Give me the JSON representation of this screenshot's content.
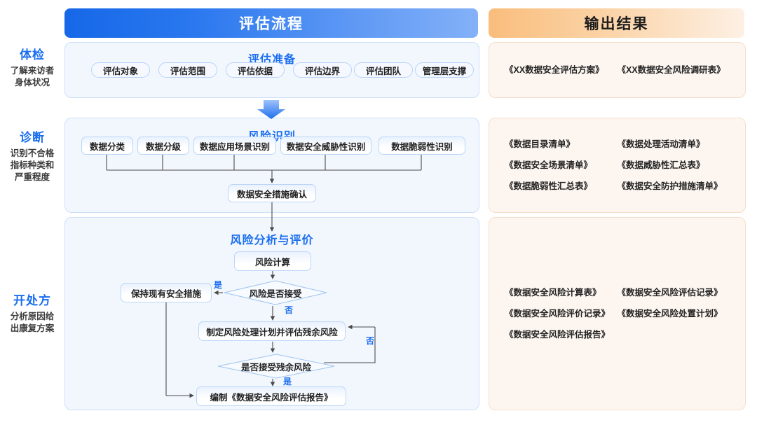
{
  "headers": {
    "flow": "评估流程",
    "output": "输出结果"
  },
  "stages": [
    {
      "title": "体检",
      "desc": "了解来访者\n身体状况"
    },
    {
      "title": "诊断",
      "desc": "识别不合格\n指标种类和\n严重程度"
    },
    {
      "title": "开处方",
      "desc": "分析原因给\n出康复方案"
    }
  ],
  "stage_labels": {
    "s1_title": "体检",
    "s1_line1": "了解来访者",
    "s1_line2": "身体状况",
    "s2_title": "诊断",
    "s2_line1": "识别不合格",
    "s2_line2": "指标种类和",
    "s2_line3": "严重程度",
    "s3_title": "开处方",
    "s3_line1": "分析原因给",
    "s3_line2": "出康复方案"
  },
  "panels": {
    "prep": {
      "title": "评估准备",
      "pills": [
        "评估对象",
        "评估范围",
        "评估依据",
        "评估边界",
        "评估团队",
        "管理层支撑"
      ]
    },
    "identify": {
      "title": "风险识别",
      "boxes": [
        "数据分类",
        "数据分级",
        "数据应用场景识别",
        "数据安全威胁性识别",
        "数据脆弱性识别"
      ],
      "merge_box": "数据安全措施确认"
    },
    "analysis": {
      "title": "风险分析与评价",
      "n_calc": "风险计算",
      "d_accept": "风险是否接受",
      "n_keep": "保持现有安全措施",
      "n_plan": "制定风险处理计划并评估残余风险",
      "d_residual": "是否接受残余风险",
      "n_report": "编制《数据安全风险评估报告》",
      "label_yes1": "是",
      "label_no1": "否",
      "label_no2": "否",
      "label_yes2": "是"
    }
  },
  "outputs": {
    "prep": [
      [
        "《XX数据安全评估方案》",
        "《XX数据安全风险调研表》"
      ]
    ],
    "identify": [
      [
        "《数据目录清单》",
        "《数据处理活动清单》"
      ],
      [
        "《数据安全场景清单》",
        "《数据威胁性汇总表》"
      ],
      [
        "《数据脆弱性汇总表》",
        "《数据安全防护措施清单》"
      ]
    ],
    "analysis": [
      [
        "《数据安全风险计算表》",
        "《数据安全风险评估记录》"
      ],
      [
        "《数据安全风险评价记录》",
        "《数据安全风险处置计划》"
      ],
      [
        "《数据安全风险评估报告》",
        ""
      ]
    ]
  },
  "colors": {
    "accent_blue": "#1a6ef0",
    "header_blue_start": "#1668e8",
    "header_blue_end": "#84b1f8",
    "header_orange_start": "#f9bd7c",
    "header_orange_end": "#fdf0e4",
    "panel_bg": "#f2f7fe",
    "panel_border": "#cddffa",
    "out_bg": "#fdf6f0",
    "out_border": "#f6ddc6",
    "wire": "#4a4a4a"
  },
  "icons": {
    "down_arrow": "down-arrow-icon"
  }
}
